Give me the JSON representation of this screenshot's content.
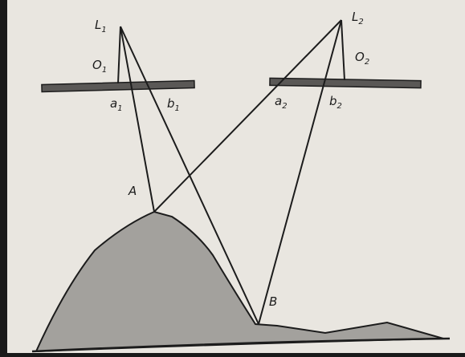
{
  "diagram": {
    "labels": {
      "L1": {
        "main": "L",
        "sub": "1"
      },
      "L2": {
        "main": "L",
        "sub": "2"
      },
      "O1": {
        "main": "O",
        "sub": "1"
      },
      "O2": {
        "main": "O",
        "sub": "2"
      },
      "a1": {
        "main": "a",
        "sub": "1"
      },
      "b1": {
        "main": "b",
        "sub": "1"
      },
      "a2": {
        "main": "a",
        "sub": "2"
      },
      "b2": {
        "main": "b",
        "sub": "2"
      },
      "A": {
        "main": "A"
      },
      "B": {
        "main": "B"
      }
    },
    "colors": {
      "paper": "#e9e6e0",
      "terrain_fill": "#a3a19d",
      "line": "#1c1c1c",
      "plate": "#5a5856",
      "edge_shadow": "#1a1a1a"
    }
  }
}
